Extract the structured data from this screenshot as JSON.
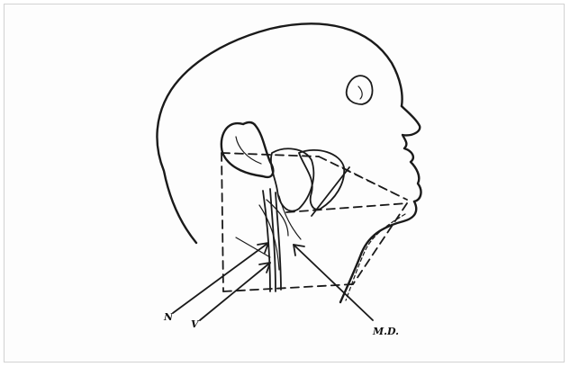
{
  "figure": {
    "labels": {
      "n": "N",
      "v": "V",
      "md": "M.D."
    }
  }
}
